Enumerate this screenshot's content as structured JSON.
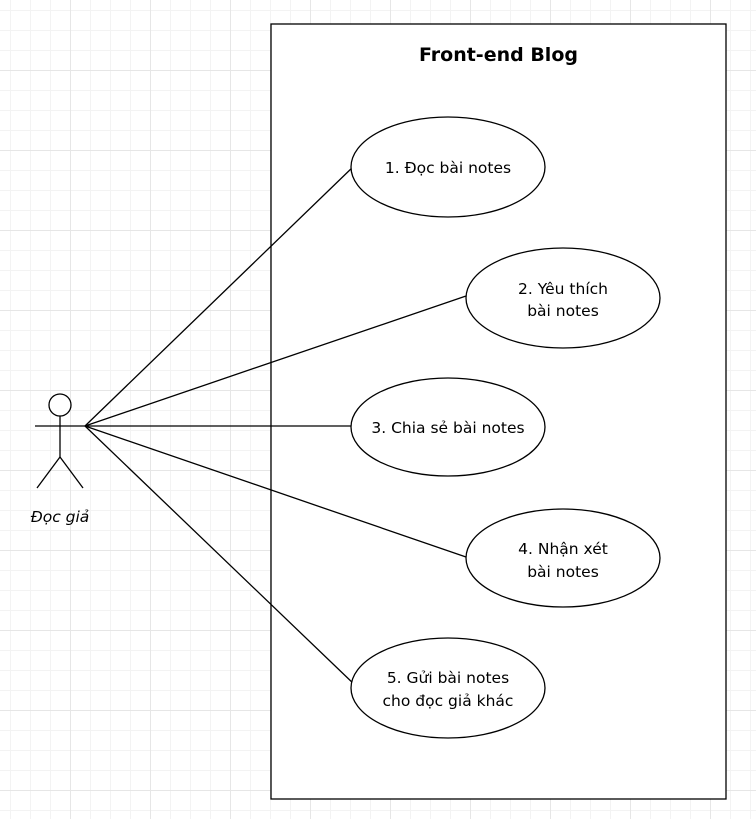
{
  "system": {
    "title": "Front-end Blog"
  },
  "actor": {
    "name": "Đọc giả"
  },
  "use_cases": [
    {
      "lines": [
        "1. Đọc bài notes"
      ]
    },
    {
      "lines": [
        "2. Yêu thích",
        "bài notes"
      ]
    },
    {
      "lines": [
        "3. Chia sẻ bài notes"
      ]
    },
    {
      "lines": [
        "4. Nhận xét",
        "bài notes"
      ]
    },
    {
      "lines": [
        "5. Gửi bài notes",
        "cho đọc giả khác"
      ]
    }
  ],
  "colors": {
    "stroke": "#000000",
    "fill": "#ffffff",
    "grid": "#e6e6e6"
  }
}
